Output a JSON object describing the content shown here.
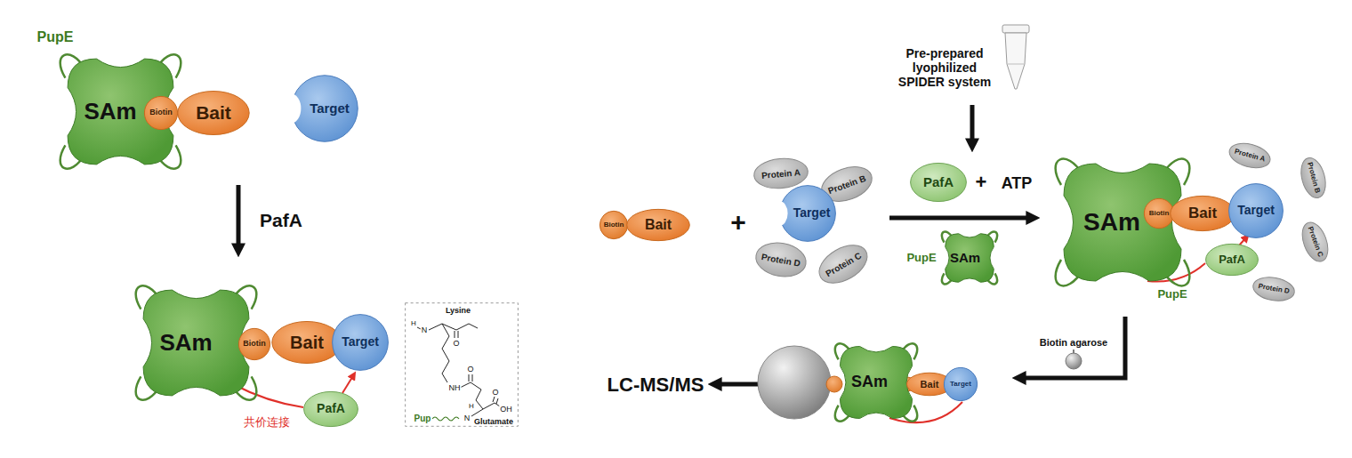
{
  "diagram": {
    "nodes": [
      {
        "text": [
          "SAm"
        ]
      },
      {
        "text": [
          "Biotin"
        ]
      },
      {
        "text": [
          "Bait"
        ]
      },
      {
        "text": [
          "Target"
        ]
      },
      {
        "text": [
          "SAm"
        ]
      },
      {
        "text": [
          "Biotin"
        ]
      },
      {
        "text": [
          "Bait"
        ]
      },
      {
        "text": [
          "Target"
        ]
      },
      {
        "text": [
          "PafA"
        ]
      },
      {
        "text": [
          "Lysine",
          "H",
          "N",
          "O",
          "NH",
          "O",
          "Pup",
          "H",
          "N",
          "O",
          "OH",
          "Glutamate"
        ]
      },
      {
        "text": [
          "Biotin"
        ]
      },
      {
        "text": [
          "Bait"
        ]
      },
      {
        "text": [
          "Protein A"
        ]
      },
      {
        "text": [
          "Protein B"
        ]
      },
      {
        "text": [
          "Target"
        ]
      },
      {
        "text": [
          "Protein D"
        ]
      },
      {
        "text": [
          "Protein C"
        ]
      },
      {
        "text": [
          "PafA"
        ]
      },
      {
        "text": [
          "SAm"
        ]
      },
      {
        "text": [
          "SAm"
        ]
      },
      {
        "text": [
          "Biotin"
        ]
      },
      {
        "text": [
          "Bait"
        ]
      },
      {
        "text": [
          "Target"
        ]
      },
      {
        "text": [
          "PafA"
        ]
      },
      {
        "text": [
          "Protein A"
        ]
      },
      {
        "text": [
          "Protein B"
        ]
      },
      {
        "text": [
          "Protein C"
        ]
      },
      {
        "text": [
          "Protein D"
        ]
      },
      {
        "text": [
          "SAm"
        ]
      },
      {
        "text": [
          "Bait"
        ]
      },
      {
        "text": [
          "Target"
        ]
      }
    ],
    "labels": [
      "PupE",
      "PafA",
      "共价连接",
      "Pre-prepared lyophilized SPIDER system",
      "+",
      "+",
      "ATP",
      "PupE",
      "PupE",
      "Biotin agarose",
      "LC-MS/MS"
    ]
  }
}
